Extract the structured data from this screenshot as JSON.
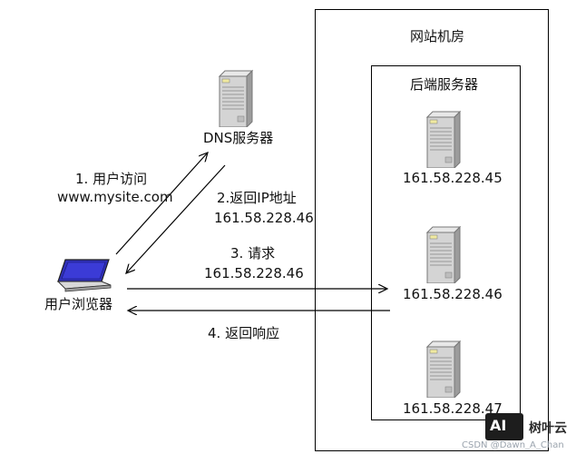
{
  "datacenter": {
    "title": "网站机房",
    "backend_title": "后端服务器",
    "servers": [
      "161.58.228.45",
      "161.58.228.46",
      "161.58.228.47"
    ]
  },
  "dns": {
    "label": "DNS服务器"
  },
  "client": {
    "label": "用户浏览器"
  },
  "steps": {
    "s1_title": "1. 用户访问",
    "s1_value": "www.mysite.com",
    "s2_title": "2.返回IP地址",
    "s2_value": "161.58.228.46",
    "s3_title": "3. 请求",
    "s3_value": "161.58.228.46",
    "s4_title": "4. 返回响应"
  },
  "watermark": {
    "logo_text": "AI",
    "brand": "树叶云",
    "credit": "CSDN @Dawn_A_Chan"
  }
}
